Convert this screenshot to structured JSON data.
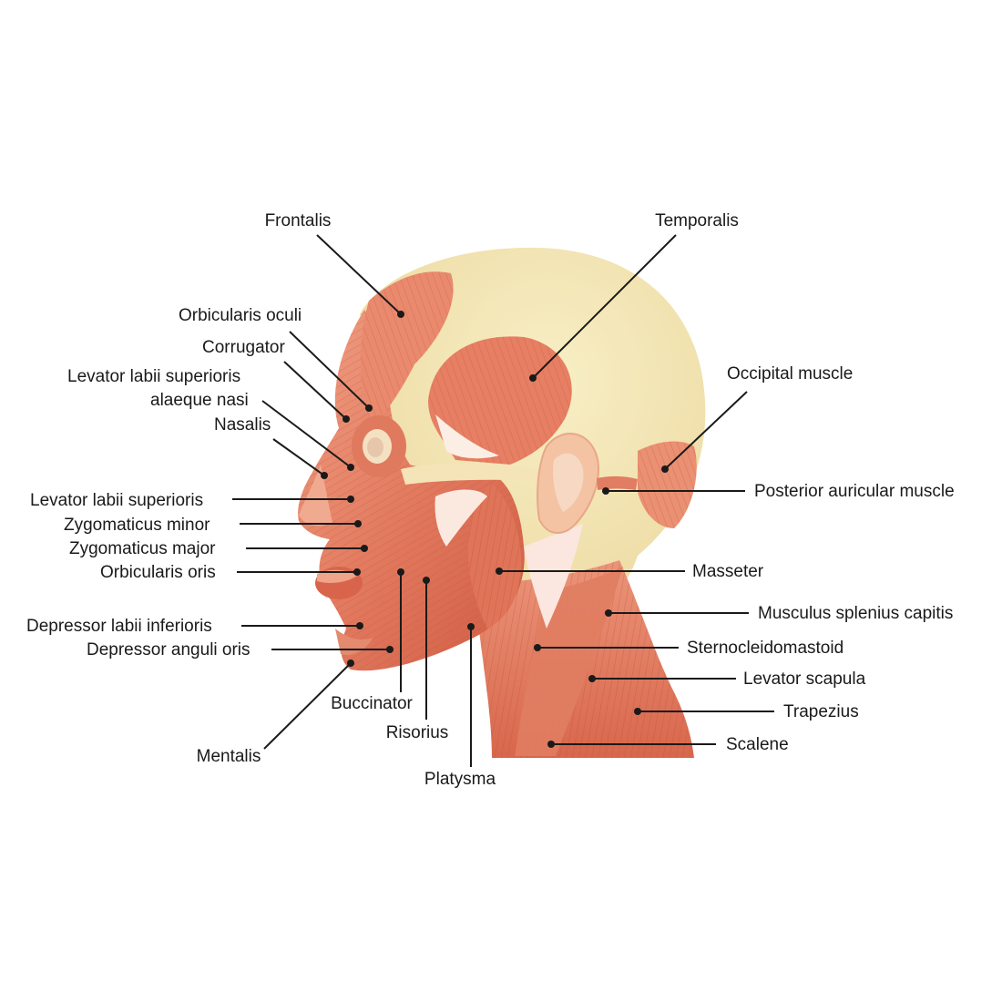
{
  "colors": {
    "background": "#ffffff",
    "skull": "#f3e7b4",
    "muscle": "#e98a6e",
    "muscle_dark": "#d35f45",
    "muscle_light": "#f6c6ae",
    "leader": "#1a1a1a"
  },
  "labels": {
    "frontalis": "Frontalis",
    "temporalis": "Temporalis",
    "orbicularis_oculi": "Orbicularis oculi",
    "corrugator": "Corrugator",
    "levator_alaeque_1": "Levator labii superioris",
    "levator_alaeque_2": "alaeque nasi",
    "nasalis": "Nasalis",
    "occipital": "Occipital muscle",
    "posterior_auricular": "Posterior auricular muscle",
    "levator_labii": "Levator labii superioris",
    "zygomaticus_minor": "Zygomaticus minor",
    "zygomaticus_major": "Zygomaticus major",
    "orbicularis_oris": "Orbicularis oris",
    "masseter": "Masseter",
    "splenius": "Musculus splenius capitis",
    "depressor_labii": "Depressor labii inferioris",
    "depressor_anguli": "Depressor anguli oris",
    "sternocleidomastoid": "Sternocleidomastoid",
    "levator_scapula": "Levator scapula",
    "trapezius": "Trapezius",
    "buccinator": "Buccinator",
    "risorius": "Risorius",
    "scalene": "Scalene",
    "mentalis": "Mentalis",
    "platysma": "Platysma"
  }
}
